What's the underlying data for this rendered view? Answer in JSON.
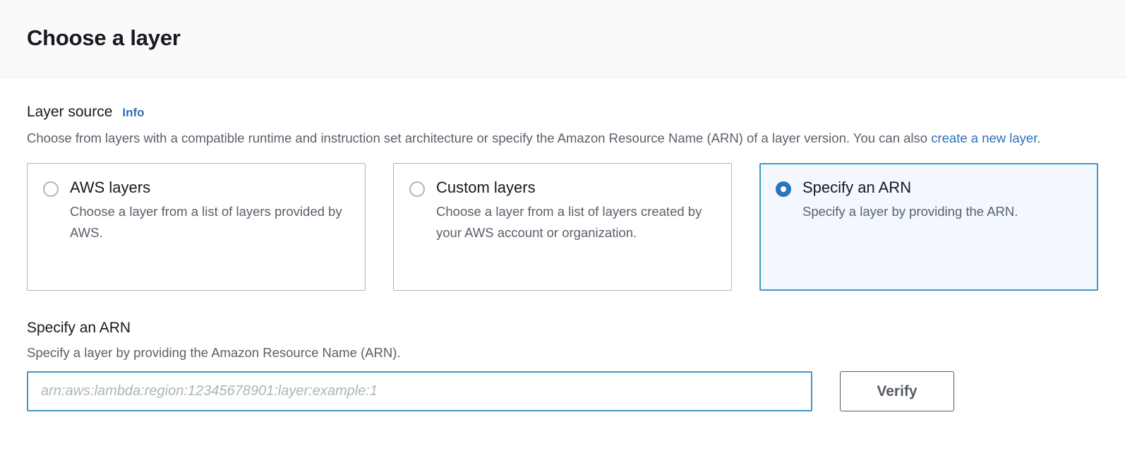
{
  "header": {
    "title": "Choose a layer"
  },
  "layer_source": {
    "label": "Layer source",
    "info_label": "Info",
    "description_before_link": "Choose from layers with a compatible runtime and instruction set architecture or specify the Amazon Resource Name (ARN) of a layer version. You can also ",
    "description_link": "create a new layer",
    "description_after_link": ".",
    "options": [
      {
        "title": "AWS layers",
        "description": "Choose a layer from a list of layers provided by AWS.",
        "selected": false
      },
      {
        "title": "Custom layers",
        "description": "Choose a layer from a list of layers created by your AWS account or organization.",
        "selected": false
      },
      {
        "title": "Specify an ARN",
        "description": "Specify a layer by providing the ARN.",
        "selected": true
      }
    ]
  },
  "arn_section": {
    "title": "Specify an ARN",
    "description": "Specify a layer by providing the Amazon Resource Name (ARN).",
    "input_placeholder": "arn:aws:lambda:region:12345678901:layer:example:1",
    "input_value": "",
    "verify_label": "Verify"
  },
  "colors": {
    "accent_blue": "#2b76ba",
    "link_blue": "#2f6fb5",
    "focus_border": "#4098c9",
    "selected_tile_bg": "#f2f8fd",
    "tile_border": "#aab7b8",
    "text_primary": "#16191f",
    "text_secondary": "#59616b",
    "header_bg": "#fafafa",
    "button_border": "#545b64"
  }
}
